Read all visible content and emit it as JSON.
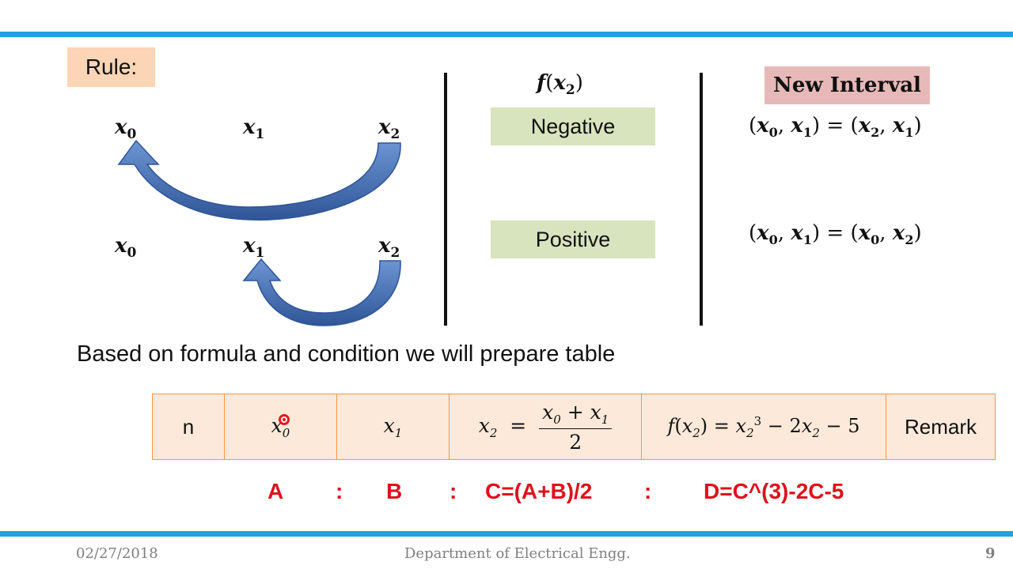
{
  "slide": {
    "rule_label": "Rule:",
    "vars": {
      "x0": "x",
      "sub0": "0",
      "sub1": "1",
      "sub2": "2"
    },
    "fx2_label": "f",
    "negative": "Negative",
    "positive": "Positive",
    "new_interval": "New Interval",
    "caption": "Based on formula and condition we will prepare table"
  },
  "table": {
    "n": "n",
    "remark": "Remark",
    "fx_expr_tail": " − 5"
  },
  "formulas": {
    "A": "A",
    "B": "B",
    "C": "C=(A+B)/2",
    "D": "D=C^(3)-2C-5",
    "sep": ":"
  },
  "footer": {
    "date": "02/27/2018",
    "dept": "Department of Electrical Engg.",
    "page": "9"
  },
  "colors": {
    "accent_bar": "#1ea3dc",
    "rule_box": "#fbd5b5",
    "green_box": "#d7e4bd",
    "new_interval_box": "#e6b9b8",
    "table_bg": "#fde9d9",
    "table_border": "#f79646",
    "formula_red": "#e0101c",
    "arrow_blue": "#4a76b7"
  }
}
